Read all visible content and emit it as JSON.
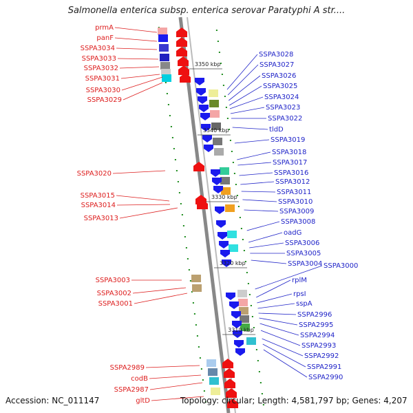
{
  "title": "Salmonella enterica subsp. enterica serovar Paratyphi A str....",
  "footer": {
    "accession": "Accession: NC_011147",
    "stats": "Topology: circular; Length: 4,581,797 bp; Genes: 4,207"
  },
  "scale_ticks": [
    "3350 kbp",
    "3340 kbp",
    "3330 kbp",
    "3320 kbp",
    "3310 kbp"
  ],
  "left_genes": [
    "prmA",
    "panF",
    "SSPA3034",
    "SSPA3033",
    "SSPA3032",
    "SSPA3031",
    "SSPA3030",
    "SSPA3029",
    "SSPA3020",
    "SSPA3015",
    "SSPA3014",
    "SSPA3013",
    "SSPA3003",
    "SSPA3002",
    "SSPA3001",
    "SSPA2989",
    "codB",
    "SSPA2987",
    "gltD"
  ],
  "right_genes": [
    "SSPA3028",
    "SSPA3027",
    "SSPA3026",
    "SSPA3025",
    "SSPA3024",
    "SSPA3023",
    "SSPA3022",
    "tldD",
    "SSPA3019",
    "SSPA3018",
    "SSPA3017",
    "SSPA3016",
    "SSPA3012",
    "SSPA3011",
    "SSPA3010",
    "SSPA3009",
    "SSPA3008",
    "oadG",
    "SSPA3006",
    "SSPA3005",
    "SSPA3004",
    "SSPA3000",
    "rplM",
    "rpsI",
    "sspA",
    "SSPA2996",
    "SSPA2995",
    "SSPA2994",
    "SSPA2993",
    "SSPA2992",
    "SSPA2991",
    "SSPA2990"
  ],
  "colors": {
    "forward_label": "#dd1c1c",
    "reverse_label": "#1f23c8",
    "forward_gene": "#ee1111",
    "reverse_gene": "#1a1aee",
    "backbone": "#888888",
    "gc_tick": "#1a8a1a"
  }
}
